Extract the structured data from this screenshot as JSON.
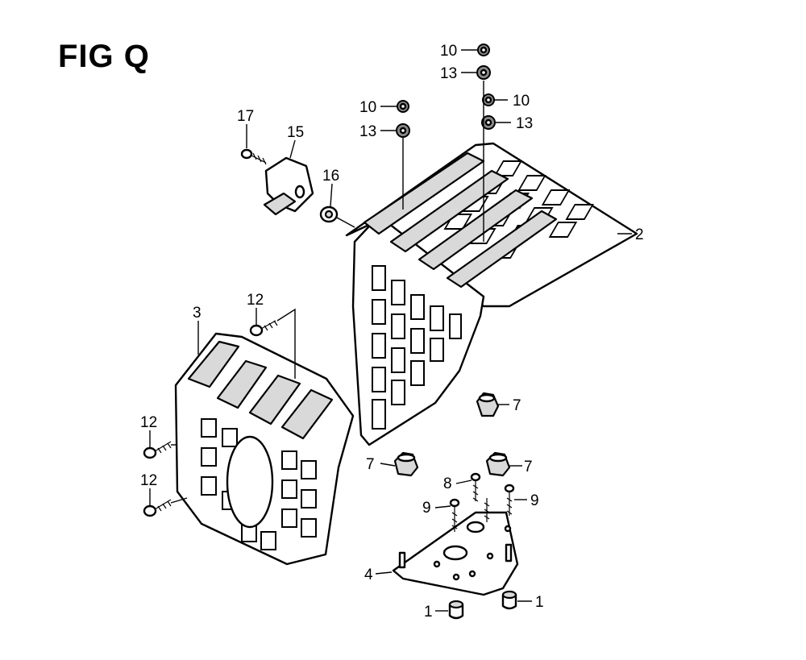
{
  "figure": {
    "title": "FIG Q"
  },
  "parts": {
    "p1a": "1",
    "p1b": "1",
    "p2": "2",
    "p3": "3",
    "p4": "4",
    "p7a": "7",
    "p7b": "7",
    "p7c": "7",
    "p8": "8",
    "p9a": "9",
    "p9b": "9",
    "p10a": "10",
    "p10b": "10",
    "p10c": "10",
    "p12a": "12",
    "p12b": "12",
    "p12c": "12",
    "p13a": "13",
    "p13b": "13",
    "p13c": "13",
    "p15": "15",
    "p16": "16",
    "p17": "17"
  }
}
